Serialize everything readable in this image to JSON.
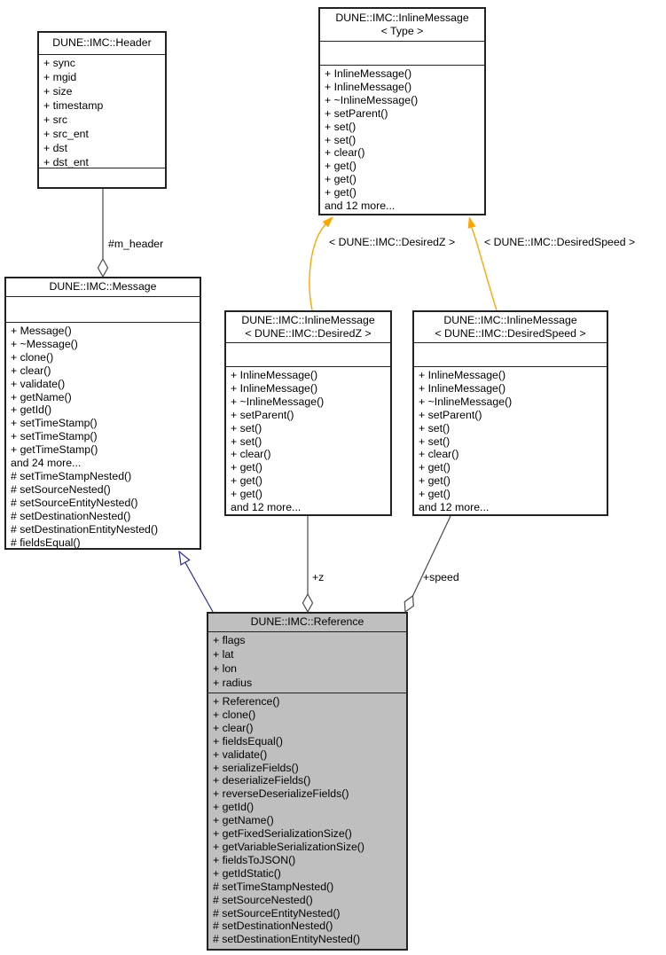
{
  "classes": {
    "header": {
      "title": "DUNE::IMC::Header",
      "attributes": [
        "+ sync",
        "+ mgid",
        "+ size",
        "+ timestamp",
        "+ src",
        "+ src_ent",
        "+ dst",
        "+ dst_ent"
      ],
      "methods": []
    },
    "inline_type": {
      "title": "DUNE::IMC::InlineMessage",
      "title2": "< Type >",
      "attributes": [],
      "methods": [
        "+ InlineMessage()",
        "+ InlineMessage()",
        "+ ~InlineMessage()",
        "+ setParent()",
        "+ set()",
        "+ set()",
        "+ clear()",
        "+ get()",
        "+ get()",
        "+ get()",
        "and 12 more..."
      ]
    },
    "message": {
      "title": "DUNE::IMC::Message",
      "attributes": [],
      "methods": [
        "+ Message()",
        "+ ~Message()",
        "+ clone()",
        "+ clear()",
        "+ validate()",
        "+ getName()",
        "+ getId()",
        "+ setTimeStamp()",
        "+ setTimeStamp()",
        "+ getTimeStamp()",
        "and 24 more...",
        "# setTimeStampNested()",
        "# setSourceNested()",
        "# setSourceEntityNested()",
        "# setDestinationNested()",
        "# setDestinationEntityNested()",
        "# fieldsEqual()"
      ]
    },
    "inline_desiredz": {
      "title": "DUNE::IMC::InlineMessage",
      "title2": "< DUNE::IMC::DesiredZ >",
      "attributes": [],
      "methods": [
        "+ InlineMessage()",
        "+ InlineMessage()",
        "+ ~InlineMessage()",
        "+ setParent()",
        "+ set()",
        "+ set()",
        "+ clear()",
        "+ get()",
        "+ get()",
        "+ get()",
        "and 12 more..."
      ]
    },
    "inline_desiredspeed": {
      "title": "DUNE::IMC::InlineMessage",
      "title2": "< DUNE::IMC::DesiredSpeed >",
      "attributes": [],
      "methods": [
        "+ InlineMessage()",
        "+ InlineMessage()",
        "+ ~InlineMessage()",
        "+ setParent()",
        "+ set()",
        "+ set()",
        "+ clear()",
        "+ get()",
        "+ get()",
        "+ get()",
        "and 12 more..."
      ]
    },
    "reference": {
      "title": "DUNE::IMC::Reference",
      "attributes": [
        "+ flags",
        "+ lat",
        "+ lon",
        "+ radius"
      ],
      "methods": [
        "+ Reference()",
        "+ clone()",
        "+ clear()",
        "+ fieldsEqual()",
        "+ validate()",
        "+ serializeFields()",
        "+ deserializeFields()",
        "+ reverseDeserializeFields()",
        "+ getId()",
        "+ getName()",
        "+ getFixedSerializationSize()",
        "+ getVariableSerializationSize()",
        "+ fieldsToJSON()",
        "+ getIdStatic()",
        "# setTimeStampNested()",
        "# setSourceNested()",
        "# setSourceEntityNested()",
        "# setDestinationNested()",
        "# setDestinationEntityNested()"
      ]
    }
  },
  "edge_labels": {
    "m_header": "#m_header",
    "template_z": "< DUNE::IMC::DesiredZ >",
    "template_speed": "< DUNE::IMC::DesiredSpeed >",
    "z": "+z",
    "speed": "+speed"
  },
  "colors": {
    "template_edge": "#ffa500",
    "inheritance_edge": "#2d2d9e",
    "aggregation_edge": "#4a4a4a",
    "class_border": "#222222",
    "class_fill": "#ffffff",
    "highlight_fill": "#bfbfbf",
    "text": "#000000"
  }
}
